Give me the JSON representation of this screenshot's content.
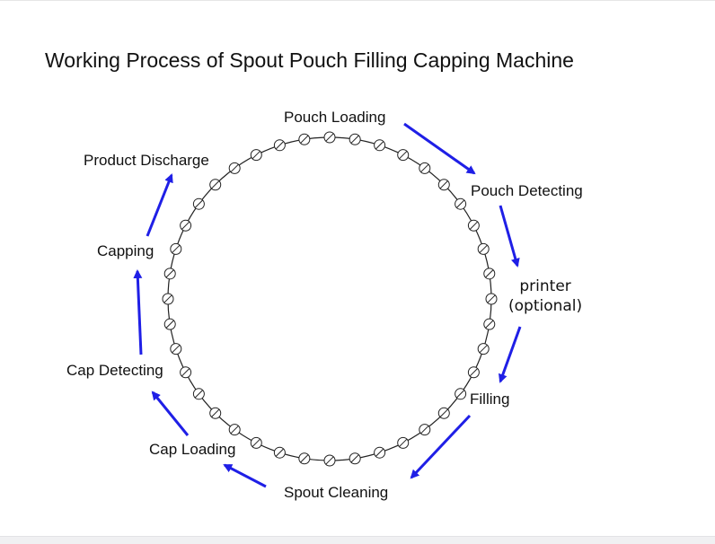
{
  "title": "Working Process of Spout Pouch Filling Capping Machine",
  "colors": {
    "arrow": "#1f1fe6",
    "line": "#222222",
    "text": "#111111"
  },
  "stations": {
    "pouch_loading": "Pouch Loading",
    "pouch_detecting": "Pouch Detecting",
    "printer_line1": "printer",
    "printer_line2": "(optional)",
    "filling": "Filling",
    "spout_cleaning": "Spout Cleaning",
    "cap_loading": "Cap Loading",
    "cap_detecting": "Cap Detecting",
    "capping": "Capping",
    "product_discharge": "Product Discharge"
  }
}
